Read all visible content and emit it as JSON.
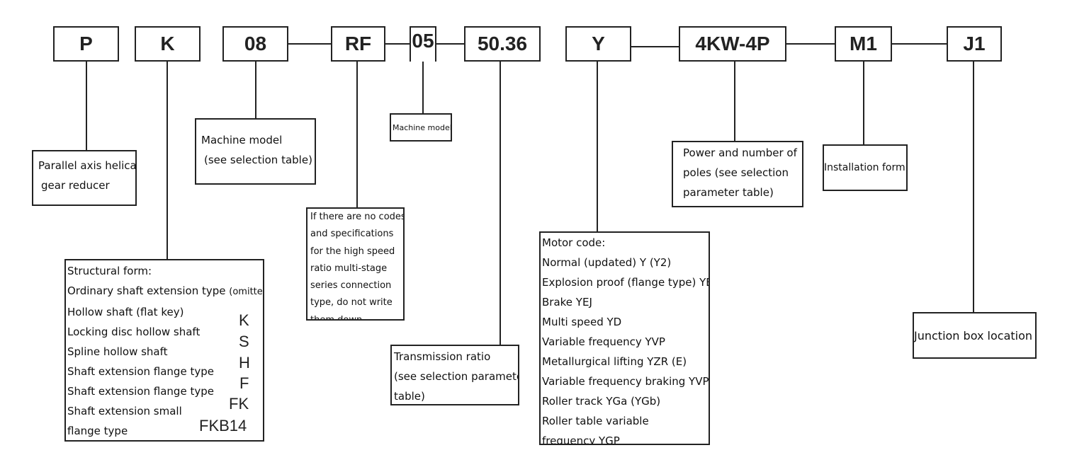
{
  "codes": {
    "p": "P",
    "k": "K",
    "model": "08",
    "rf": "RF",
    "sub_model": "05",
    "ratio": "50.36",
    "motor": "Y",
    "power": "4KW-4P",
    "mount": "M1",
    "junction": "J1"
  },
  "labels": {
    "reducer": [
      "Parallel axis helical",
      "gear reducer"
    ],
    "machine_model": [
      "Machine model",
      "(see selection table)"
    ],
    "machine_model_small": "Machine model",
    "rf_note": [
      "If there are no codes",
      "and specifications",
      "for the high speed",
      "ratio multi-stage",
      "series connection",
      "type, do not write",
      "them down"
    ],
    "transmission": [
      "Transmission ratio",
      "(see selection parameter",
      "table)"
    ],
    "power_poles": [
      "Power and number of",
      "poles (see selection",
      "parameter table)"
    ],
    "installation": "Installation form",
    "junction_box": "Junction box location"
  },
  "structural": {
    "title": "Structural form:",
    "ordinary": "Ordinary shaft extension type",
    "omitted": "(omitted)",
    "rows": [
      {
        "label": "Hollow shaft (flat key)",
        "code": "K"
      },
      {
        "label": "Locking disc hollow shaft",
        "code": "S"
      },
      {
        "label": "Spline hollow shaft",
        "code": "H"
      },
      {
        "label": "Shaft extension flange type",
        "code": "F"
      },
      {
        "label": "Shaft extension flange type",
        "code": "FK"
      }
    ],
    "small_flange": [
      "Shaft extension small",
      "flange type"
    ],
    "small_flange_code": "FKB14"
  },
  "motor_codes": [
    "Motor code:",
    "Normal (updated) Y (Y2)",
    "Explosion proof (flange type) YB",
    "Brake YEJ",
    "Multi speed YD",
    "Variable frequency YVP",
    "Metallurgical lifting YZR (E)",
    "Variable frequency braking YVPEJ",
    "Roller track YGa (YGb)",
    "Roller table variable",
    "frequency YGP"
  ]
}
